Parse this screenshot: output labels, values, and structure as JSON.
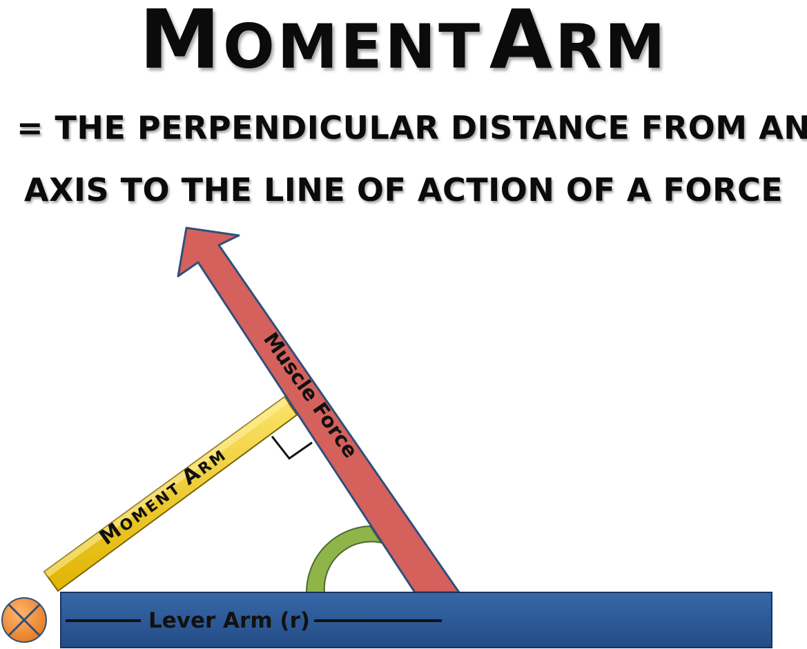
{
  "title": {
    "first_initial": "M",
    "first_rest": "OMENT",
    "second_initial": "A",
    "second_rest": "RM"
  },
  "definition": {
    "line1": "=  THE  PERPENDICULAR DISTANCE FROM AN",
    "line2": "AXIS TO THE LINE OF ACTION OF A FORCE"
  },
  "labels": {
    "muscle_force": "Muscle Force",
    "moment_arm_initial_1": "M",
    "moment_arm_rest_1": "OMENT ",
    "moment_arm_initial_2": "A",
    "moment_arm_rest_2": "RM",
    "lever_arm": "Lever Arm (r)"
  },
  "colors": {
    "lever_arm": "#2a5a9a",
    "muscle_force": "#d4615c",
    "moment_arm": "#f2cc16",
    "angle_arc": "#8fb44a",
    "axis": "#f08a3a"
  },
  "icons": {
    "axis": "axis-of-rotation-icon"
  }
}
